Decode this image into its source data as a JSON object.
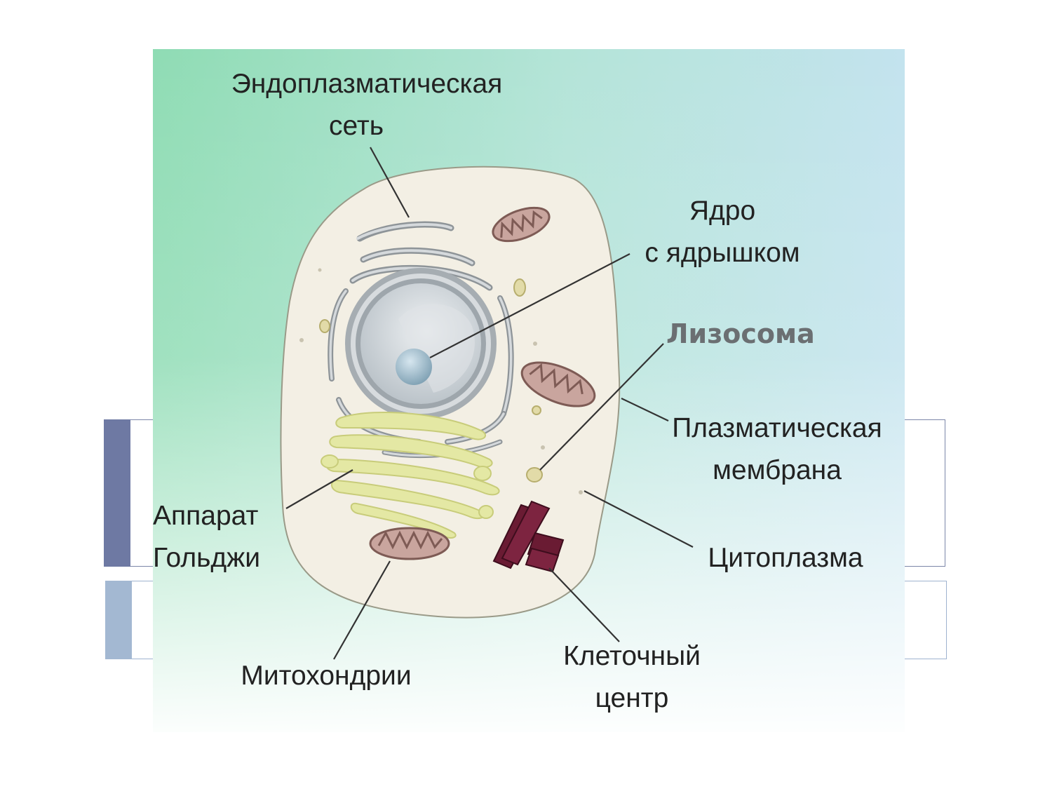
{
  "diagram": {
    "labels": {
      "er_line1": "Эндоплазматическая",
      "er_line2": "сеть",
      "nucleus_line1": "Ядро",
      "nucleus_line2": "с ядрышком",
      "lysosome": "Лизосома",
      "membrane_line1": "Плазматическая",
      "membrane_line2": "мембрана",
      "golgi_line1": "Аппарат",
      "golgi_line2": "Гольджи",
      "cytoplasm": "Цитоплазма",
      "mitochondria": "Митохондрии",
      "centrosome_line1": "Клеточный",
      "centrosome_line2": "центр"
    },
    "colors": {
      "bg_top_left": "#8fdcb4",
      "bg_top_right": "#c6e6ef",
      "bg_bottom": "#ffffff",
      "cell_fill": "#f3efe4",
      "golgi": "#e4e8a4",
      "mitochondria": "#c9a59e",
      "centrosome": "#6a1b33",
      "nucleus": "#c8cfd4"
    }
  },
  "slide": {
    "bar_primary_color": "#6e79a3",
    "bar_secondary_color": "#a3b8d2"
  }
}
